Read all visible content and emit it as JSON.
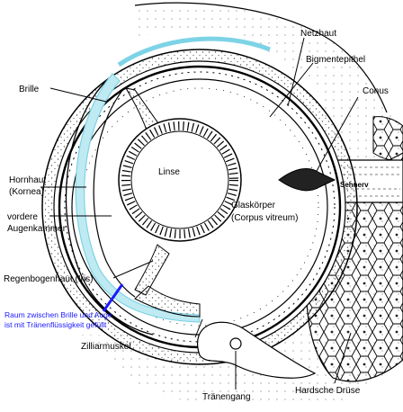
{
  "labels": {
    "netzhaut": "Netzhaut",
    "bigmentepithel": "Bigmentepithel",
    "conus": "Conus",
    "brille": "Brille",
    "linse": "Linse",
    "hornhaut_1": "Hornhaut",
    "hornhaut_2": "(Kornea)",
    "sehnerv": "Sehnerv",
    "vordere_1": "vordere",
    "vordere_2": "Augenkammer",
    "glaskoerper_1": "Glaskörper",
    "glaskoerper_2": "(Corpus vitreum)",
    "regenbogenhaut": "Regenbogenhaut (Iris)",
    "raum_1": "Raum zwischen Brille und Auge",
    "raum_2": "ist mit Tränenflüssigkeit gefüllt",
    "zilliarmuskel": "Zilliarmuskel",
    "traenengang": "Tränengang",
    "hardsche": "Hardsche Drüse"
  },
  "colors": {
    "line": "#000000",
    "highlight_fill": "#bfeaf2",
    "highlight_stroke": "#7dd3e6",
    "annotation": "#1a1aff",
    "stipple": "#555555"
  }
}
